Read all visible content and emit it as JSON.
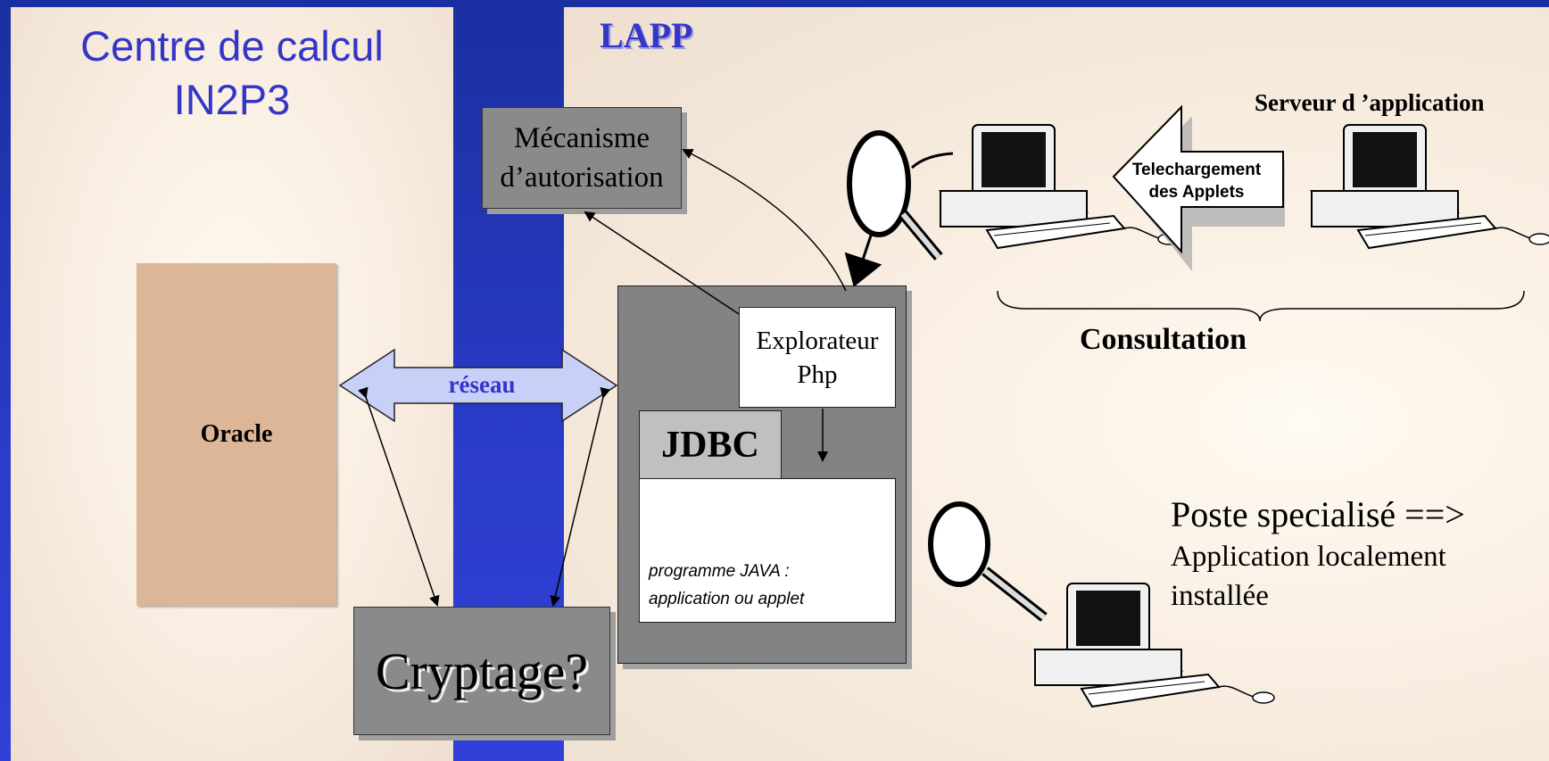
{
  "panels": {
    "left_title_line1": "Centre de calcul",
    "left_title_line2": "IN2P3",
    "right_title": "LAPP"
  },
  "nodes": {
    "oracle": "Oracle",
    "reseau": "réseau",
    "mecanisme_line1": "Mécanisme",
    "mecanisme_line2": "d’autorisation",
    "cryptage": "Cryptage?",
    "explorateur_line1": "Explorateur",
    "explorateur_line2": "Php",
    "jdbc": "JDBC",
    "programme_line1": "programme JAVA :",
    "programme_line2": "application ou applet",
    "serveur": "Serveur d ’application",
    "telechargement_line1": "Telechargement",
    "telechargement_line2": "des Applets",
    "consultation": "Consultation",
    "poste_line1": "Poste specialisé ==>",
    "poste_line2": "Application localement",
    "poste_line3": "installée"
  },
  "colors": {
    "background_blue": "#2a3cc8",
    "title_blue": "#3535c8",
    "panel_cream": "#f8ede0",
    "oracle_tan": "#dcb696",
    "box_grey": "#8a8a8a",
    "network_arrow": "#c8d0f8"
  },
  "icons": [
    "computer-icon",
    "magnifier-icon",
    "arrow-left-icon",
    "brace-icon"
  ]
}
